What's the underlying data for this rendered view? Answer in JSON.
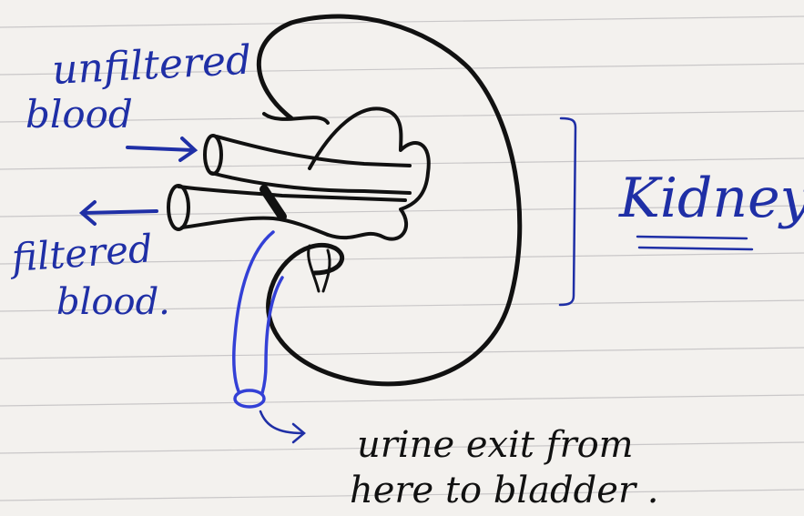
{
  "labels": {
    "unfiltered_line1": "unfiltered",
    "unfiltered_line2": "blood",
    "filtered_line1": "filtered",
    "filtered_line2": "blood.",
    "organ": "Kidney",
    "urine_line1": "urine exit from",
    "urine_line2": "here to bladder ."
  },
  "colors": {
    "paper": "#f3f1ee",
    "rule_line": "#c9c7c8",
    "ink_blue": "#1f2fa6",
    "ink_black": "#111111",
    "ureter_blue": "#3340d6"
  },
  "icons": {
    "inflow_arrow": "arrow-right-icon",
    "outflow_arrow": "arrow-left-icon",
    "urine_arrow": "curved-arrow-icon",
    "brace": "bracket-icon"
  }
}
